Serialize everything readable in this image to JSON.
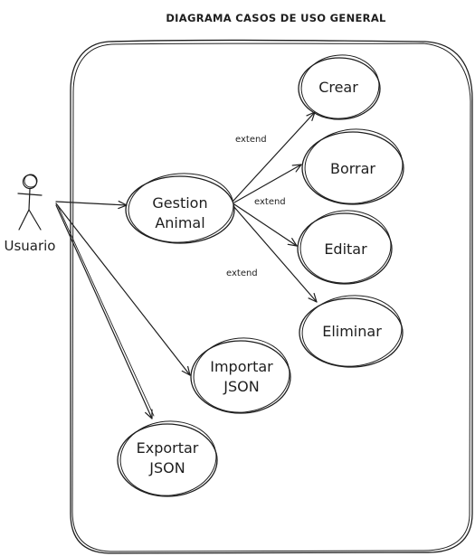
{
  "diagram": {
    "title": "DIAGRAMA CASOS DE USO GENERAL",
    "actor": {
      "name": "Usuario"
    },
    "use_cases": {
      "gestion_animal": [
        "Gestion",
        "Animal"
      ],
      "crear": [
        "Crear"
      ],
      "borrar": [
        "Borrar"
      ],
      "editar": [
        "Editar"
      ],
      "eliminar": [
        "Eliminar"
      ],
      "importar_json": [
        "Importar",
        "JSON"
      ],
      "exportar_json": [
        "Exportar",
        "JSON"
      ]
    },
    "relations": {
      "extend_crear": "extend",
      "extend_borrar": "extend",
      "extend_editar": "extend"
    }
  }
}
